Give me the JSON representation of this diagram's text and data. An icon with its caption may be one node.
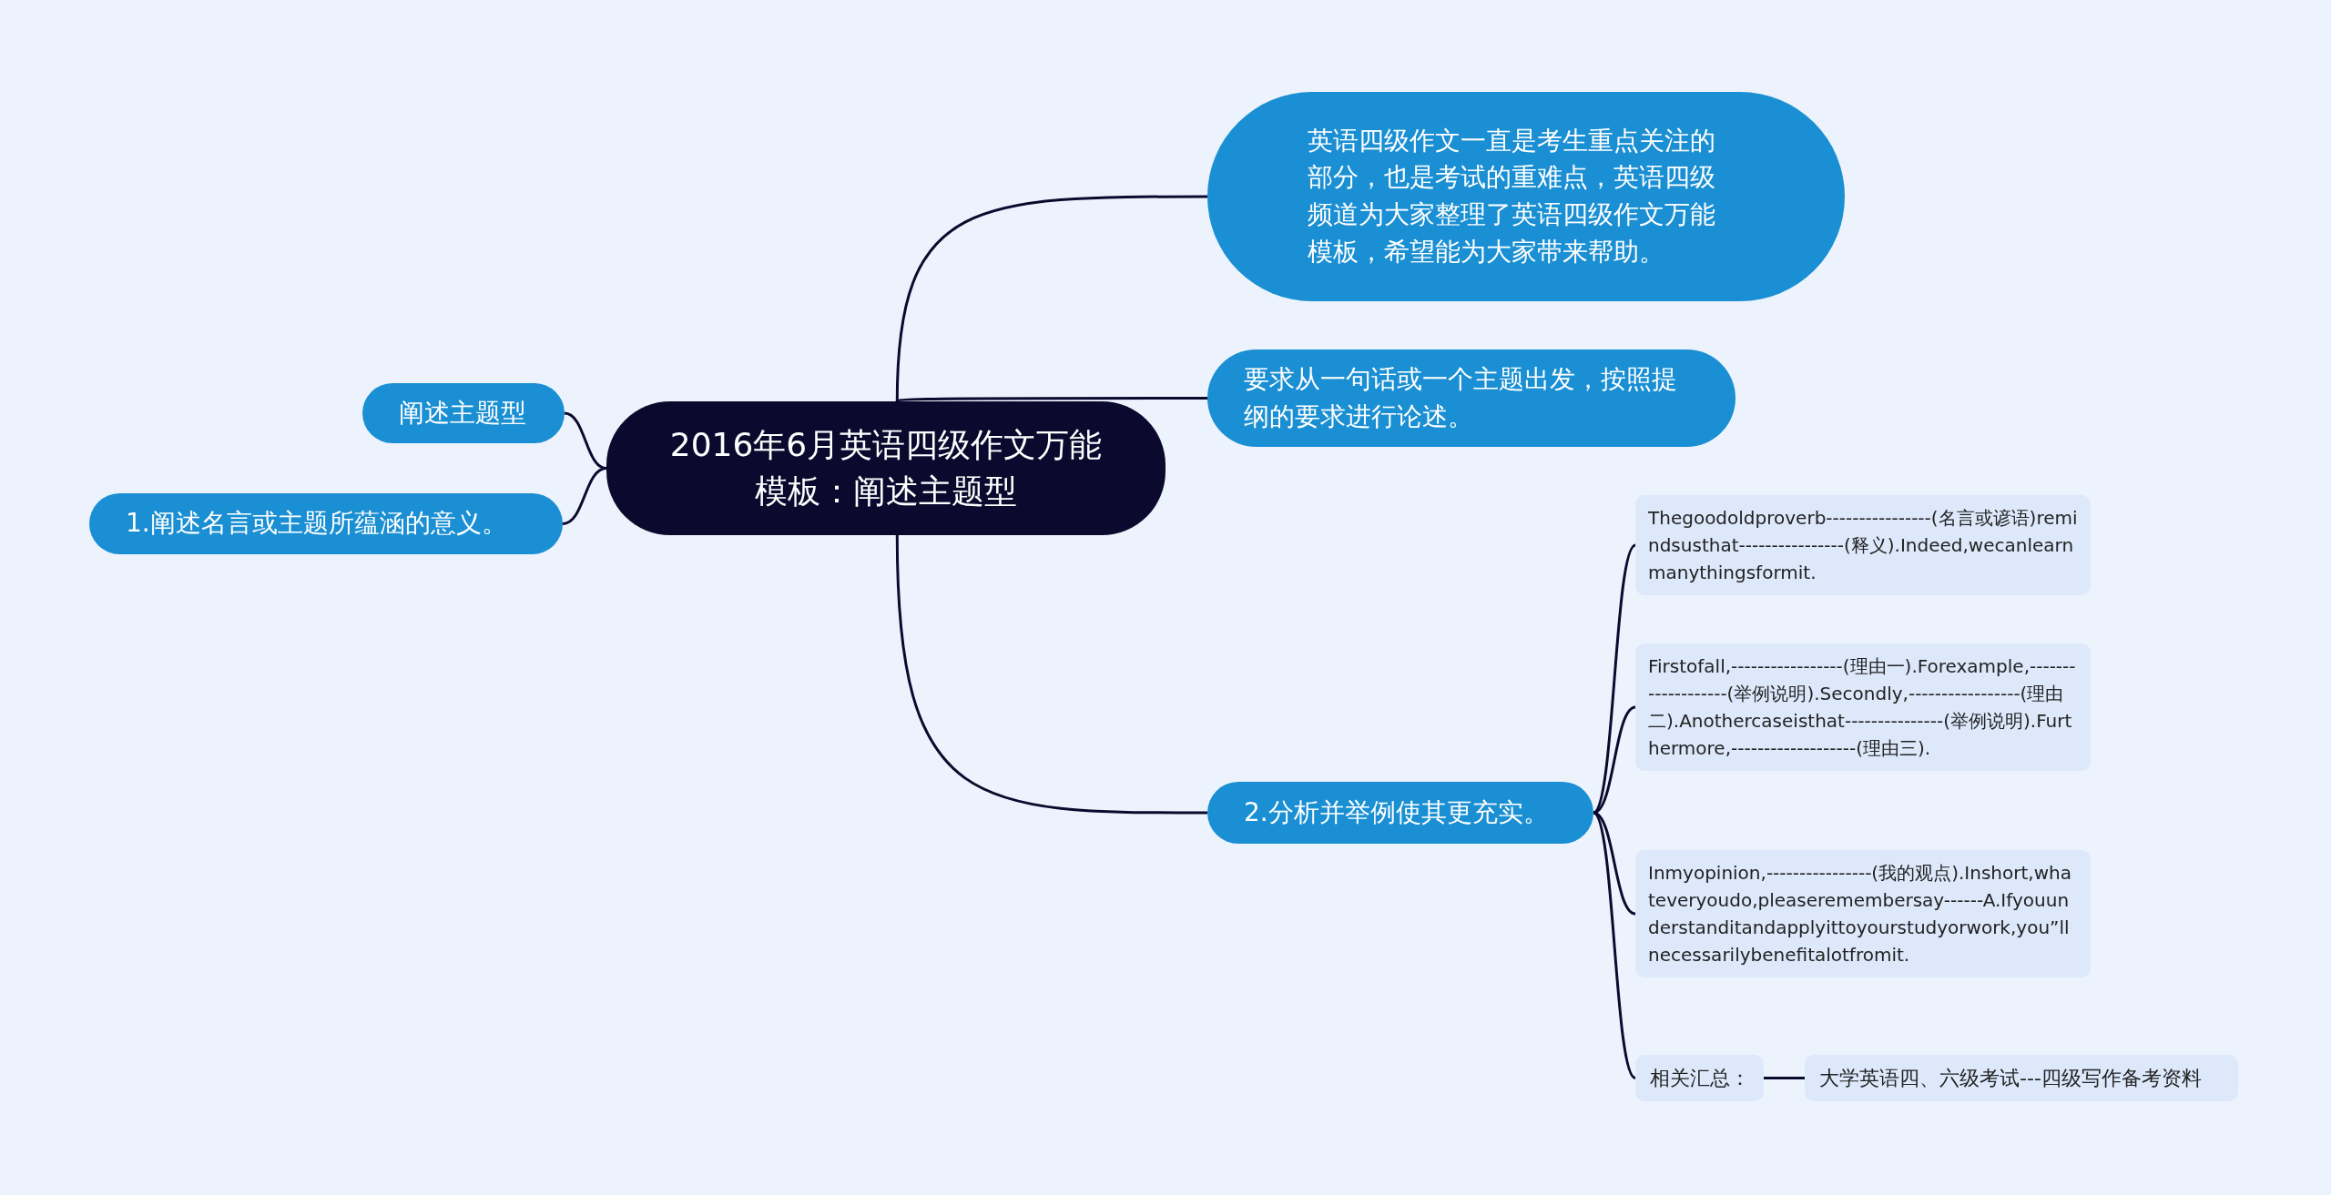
{
  "diagram": {
    "nodes": [
      {
        "text": [
          "2016年6月英语四级作文万能模板：阐述主题型"
        ]
      },
      {
        "text": [
          "英语四级作文一直是考生重点关注的部分，也是考试的重难点，英语四级频道为大家整理了英语四级作文万能模板，希望能为大家带来帮助。"
        ]
      },
      {
        "text": [
          "要求从一句话或一个主题出发，按照提纲的要求进行论述。"
        ]
      },
      {
        "text": [
          "阐述主题型"
        ]
      },
      {
        "text": [
          "1.阐述名言或主题所蕴涵的意义。"
        ]
      },
      {
        "text": [
          "2.分析并举例使其更充实。"
        ]
      },
      {
        "text": [
          "Thegoodoldproverb----------------(名言或谚语)remindsusthat----------------(释义).Indeed,wecanlearnmanythingsformit."
        ]
      },
      {
        "text": [
          "Firstofall,-----------------(理由一).Forexample,-------------------(举例说明).Secondly,-----------------(理由二).Anothercaseisthat---------------(举例说明).Furthermore,-------------------(理由三)."
        ]
      },
      {
        "text": [
          "Inmyopinion,----------------(我的观点).Inshort,whateveryoudo,pleaseremembersay------A.Ifyouunderstanditandapplyittoyourstudyorwork,you”llnecessarilybenefitalotfromit."
        ]
      },
      {
        "text": [
          "相关汇总："
        ]
      },
      {
        "text": [
          "大学英语四、六级考试---四级写作备考资料"
        ]
      }
    ],
    "edges": [
      {
        "from": 0,
        "to": 1,
        "arrow": "none"
      },
      {
        "from": 0,
        "to": 2,
        "arrow": "none"
      },
      {
        "from": 0,
        "to": 3,
        "arrow": "none"
      },
      {
        "from": 0,
        "to": 4,
        "arrow": "none"
      },
      {
        "from": 0,
        "to": 5,
        "arrow": "none"
      },
      {
        "from": 5,
        "to": 6,
        "arrow": "none"
      },
      {
        "from": 5,
        "to": 7,
        "arrow": "none"
      },
      {
        "from": 5,
        "to": 8,
        "arrow": "none"
      },
      {
        "from": 5,
        "to": 9,
        "arrow": "none"
      },
      {
        "from": 9,
        "to": 10,
        "arrow": "none"
      }
    ]
  }
}
